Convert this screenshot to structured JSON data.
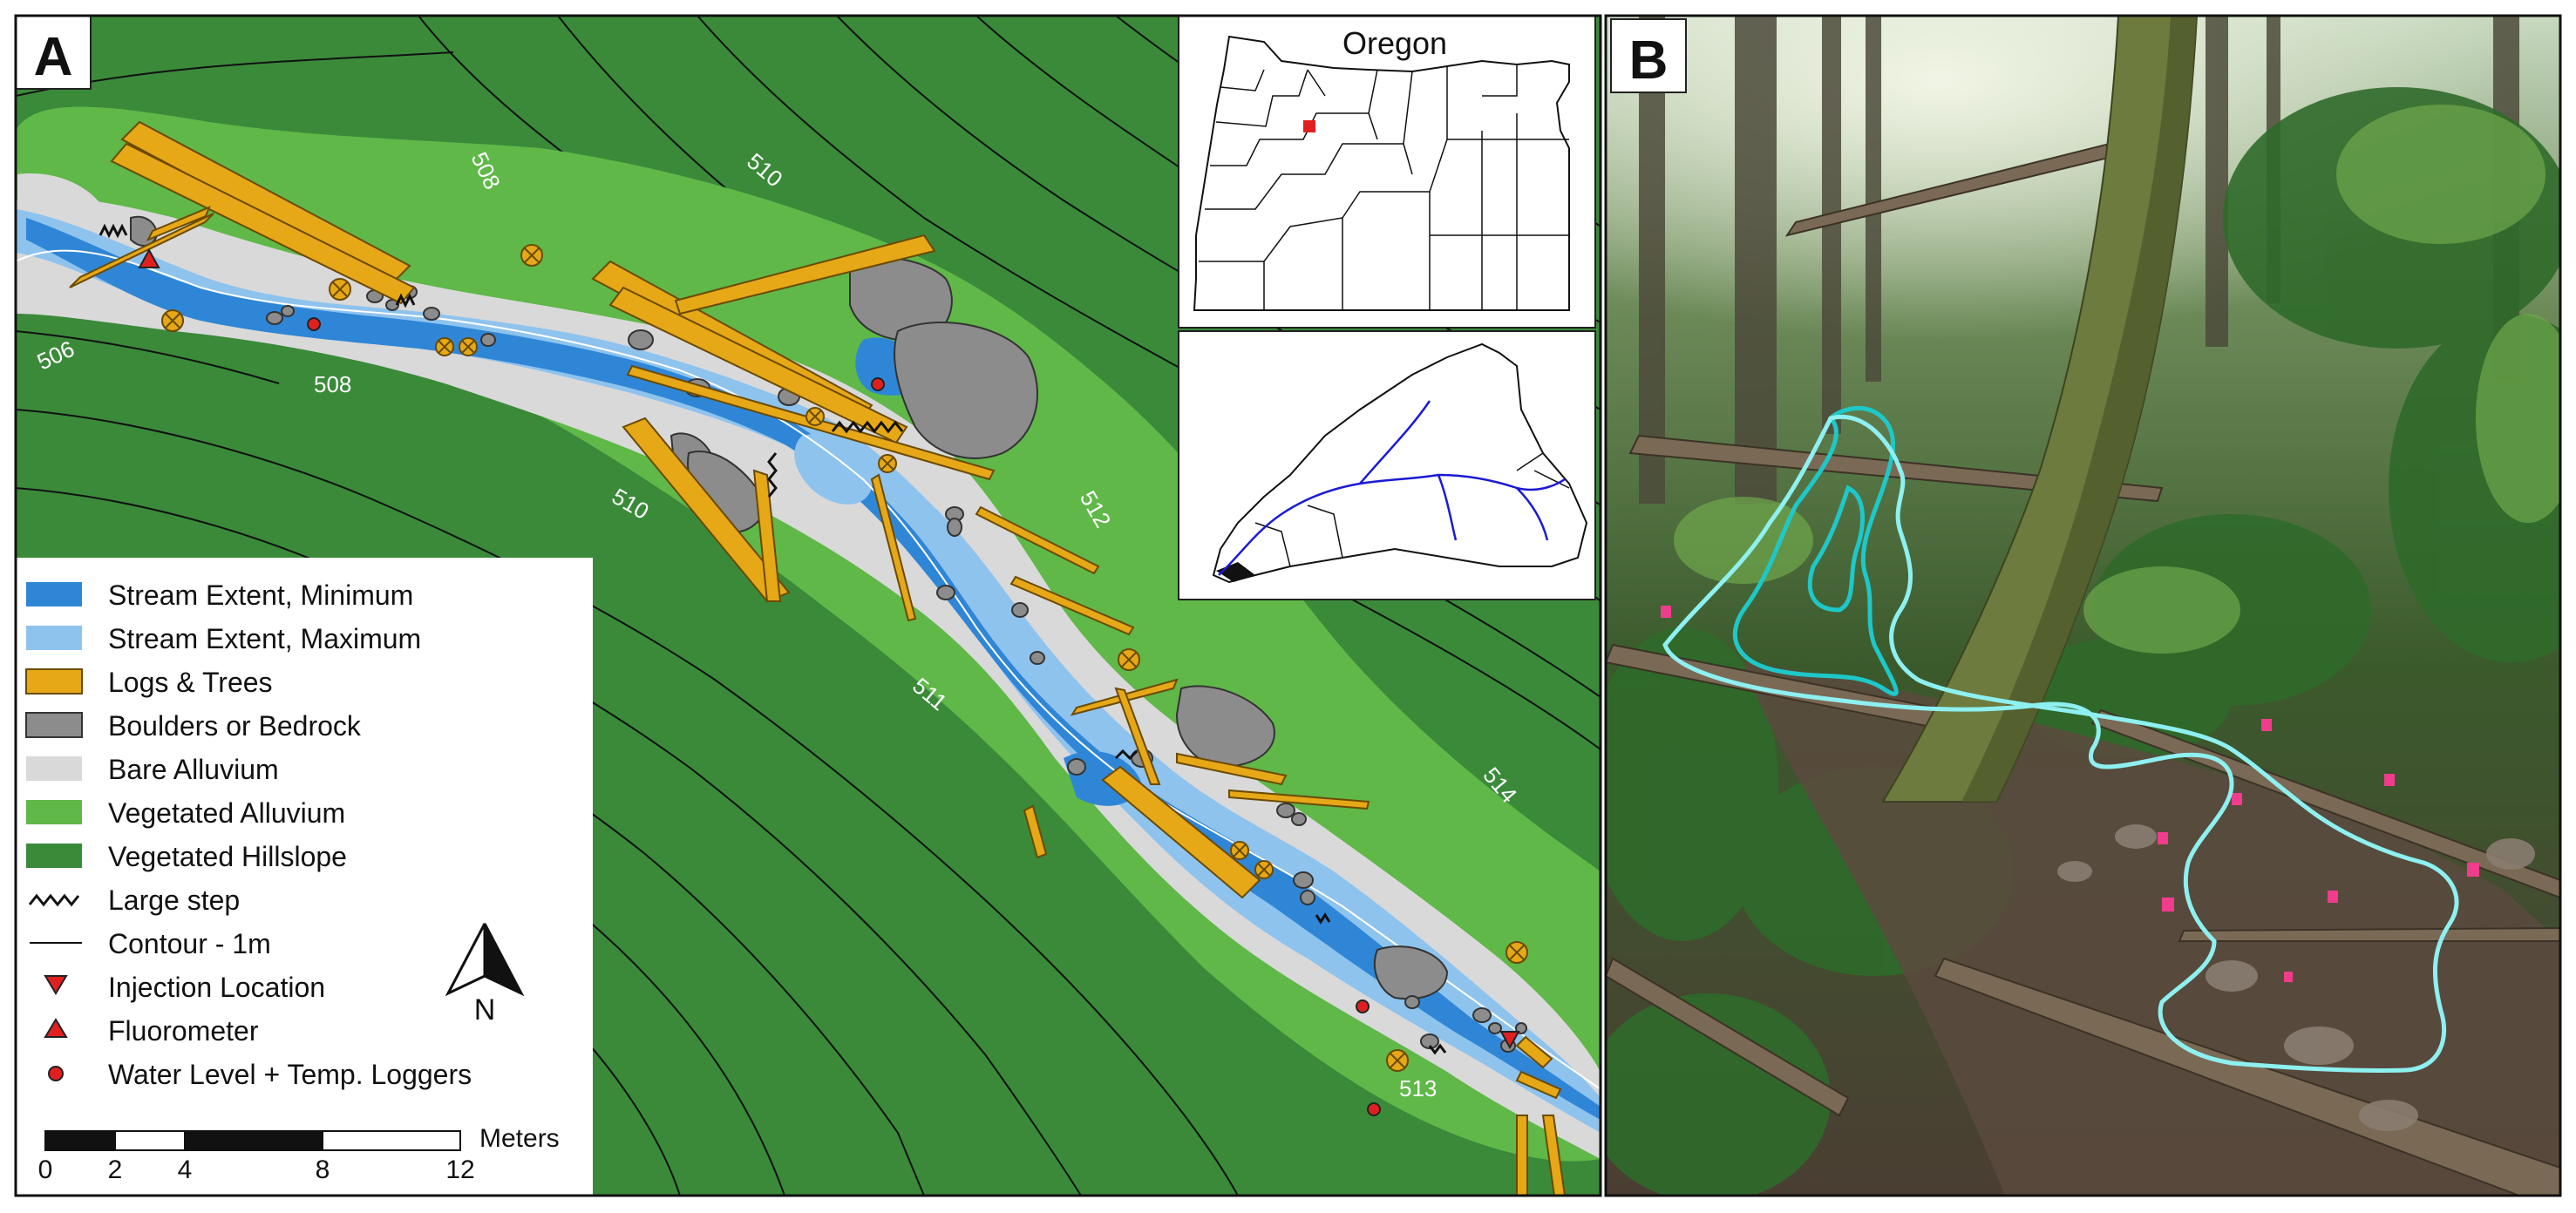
{
  "panels": {
    "a_label": "A",
    "b_label": "B"
  },
  "colors": {
    "stream_min": "#2f86d6",
    "stream_max": "#8ec3ee",
    "logs": "#e6a817",
    "boulders": "#8c8c8c",
    "bare": "#d9d9d9",
    "veg_alluvium": "#5fb848",
    "veg_hillslope": "#3a8a3a",
    "marker_red": "#e02020"
  },
  "inset": {
    "state_name": "Oregon"
  },
  "contours": {
    "labels": [
      "506",
      "508",
      "508",
      "510",
      "510",
      "511",
      "512",
      "513",
      "514"
    ]
  },
  "legend": {
    "items": [
      {
        "label": "Stream Extent, Minimum",
        "symbol": "swatch-stream-min"
      },
      {
        "label": "Stream Extent, Maximum",
        "symbol": "swatch-stream-max"
      },
      {
        "label": "Logs & Trees",
        "symbol": "swatch-logs"
      },
      {
        "label": "Boulders or Bedrock",
        "symbol": "swatch-boulders"
      },
      {
        "label": "Bare Alluvium",
        "symbol": "swatch-bare"
      },
      {
        "label": "Vegetated Alluvium",
        "symbol": "swatch-veg-alluvium"
      },
      {
        "label": "Vegetated Hillslope",
        "symbol": "swatch-veg-hillslope"
      },
      {
        "label": "Large step",
        "symbol": "zigzag-icon"
      },
      {
        "label": "Contour - 1m",
        "symbol": "line-icon"
      },
      {
        "label": "Injection Location",
        "symbol": "triangle-down-icon"
      },
      {
        "label": "Fluorometer",
        "symbol": "triangle-up-icon"
      },
      {
        "label": "Water Level + Temp. Loggers",
        "symbol": "circle-icon"
      }
    ],
    "north": "N"
  },
  "scale_bar": {
    "unit": "Meters",
    "ticks": [
      "0",
      "2",
      "4",
      "8",
      "12"
    ]
  }
}
